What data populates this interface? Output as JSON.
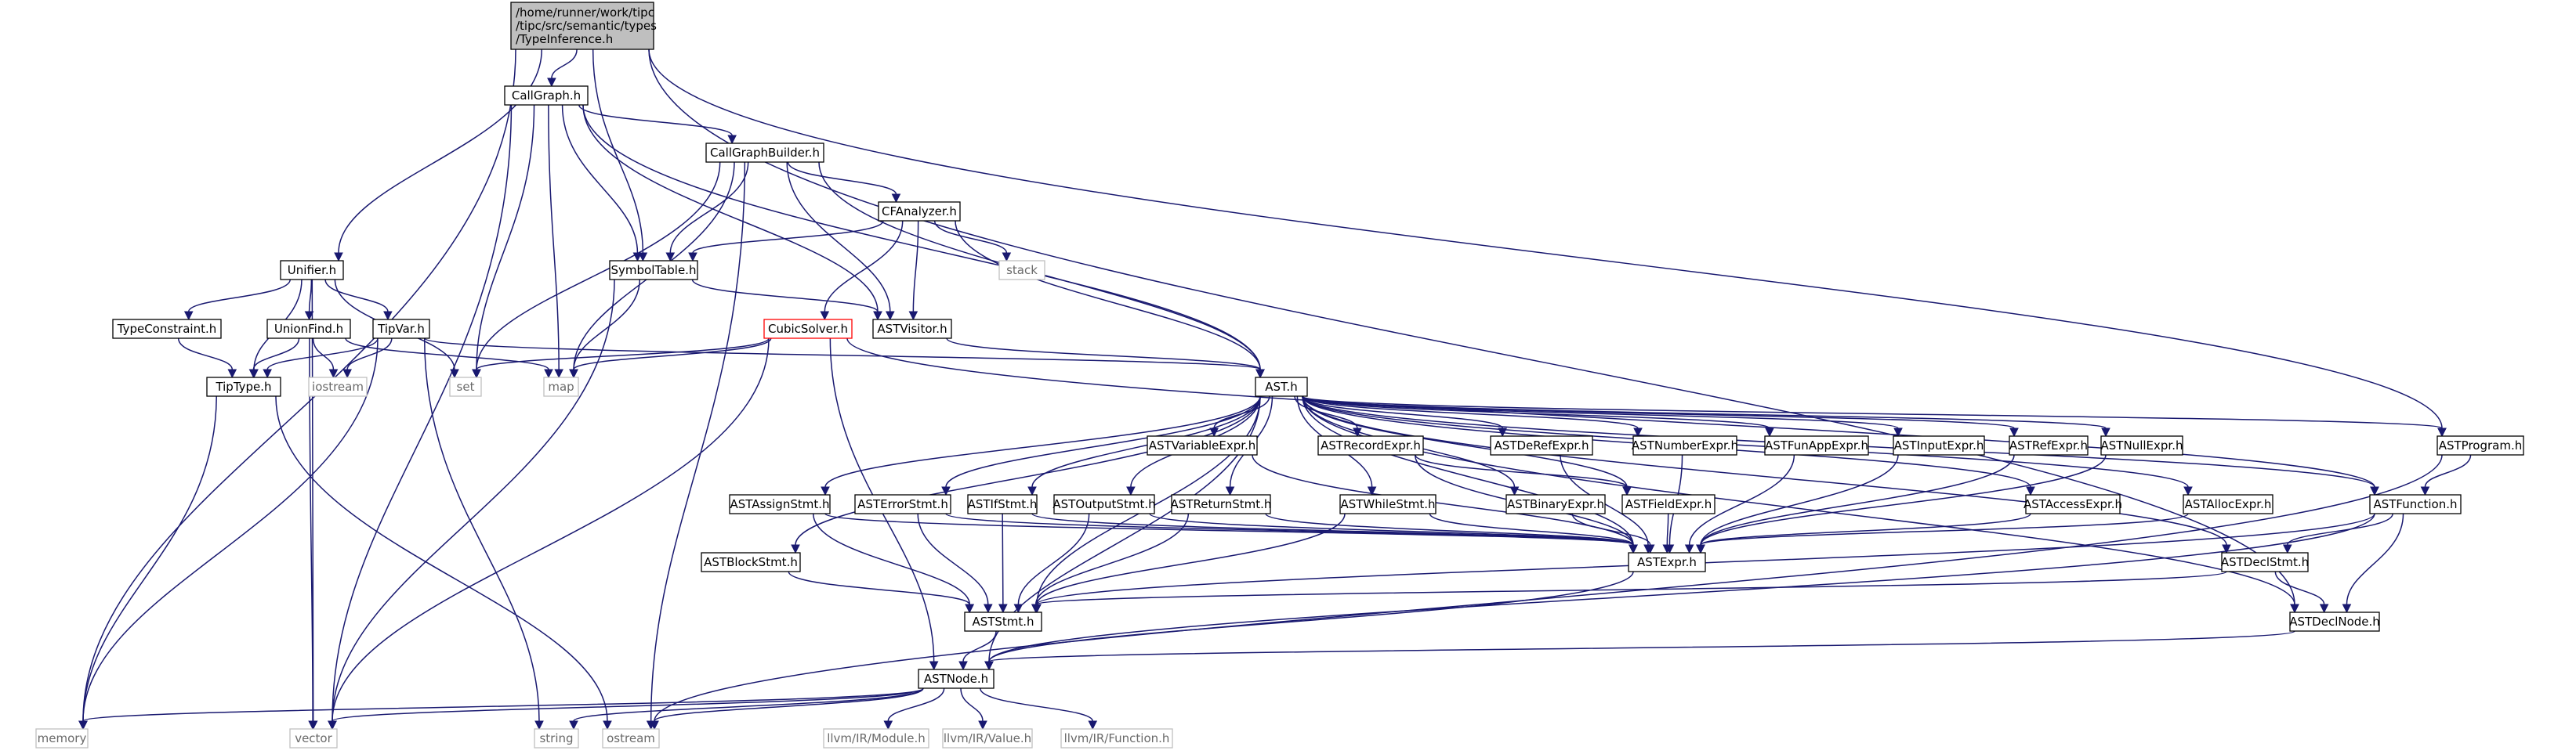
{
  "graph": {
    "root": "root",
    "colors": {
      "edge": "#191970",
      "root_fill": "#bfbfbf",
      "node_border": "#000000",
      "system_border": "#bfbfbf",
      "truncated_border": "#ff0000"
    },
    "nodes": [
      {
        "id": "root",
        "lines": [
          "/home/runner/work/tipc",
          "/tipc/src/semantic/types",
          "/TypeInference.h"
        ],
        "kind": "root"
      },
      {
        "id": "memory",
        "lines": [
          "memory"
        ],
        "kind": "system"
      },
      {
        "id": "CallGraph",
        "lines": [
          "CallGraph.h"
        ],
        "kind": "normal"
      },
      {
        "id": "Unifier",
        "lines": [
          "Unifier.h"
        ],
        "kind": "normal"
      },
      {
        "id": "SymbolTable",
        "lines": [
          "SymbolTable.h"
        ],
        "kind": "normal"
      },
      {
        "id": "ASTProgram",
        "lines": [
          "ASTProgram.h"
        ],
        "kind": "normal"
      },
      {
        "id": "ASTDeclNode",
        "lines": [
          "ASTDeclNode.h"
        ],
        "kind": "normal"
      },
      {
        "id": "vector",
        "lines": [
          "vector"
        ],
        "kind": "system"
      },
      {
        "id": "CallGraphBuilder",
        "lines": [
          "CallGraphBuilder.h"
        ],
        "kind": "normal"
      },
      {
        "id": "set",
        "lines": [
          "set"
        ],
        "kind": "system"
      },
      {
        "id": "map",
        "lines": [
          "map"
        ],
        "kind": "system"
      },
      {
        "id": "ASTVisitor",
        "lines": [
          "ASTVisitor.h"
        ],
        "kind": "normal"
      },
      {
        "id": "AST",
        "lines": [
          "AST.h"
        ],
        "kind": "normal"
      },
      {
        "id": "CFAnalyzer",
        "lines": [
          "CFAnalyzer.h"
        ],
        "kind": "normal"
      },
      {
        "id": "ostream",
        "lines": [
          "ostream"
        ],
        "kind": "system"
      },
      {
        "id": "stack",
        "lines": [
          "stack"
        ],
        "kind": "system"
      },
      {
        "id": "CubicSolver",
        "lines": [
          "CubicSolver.h"
        ],
        "kind": "truncated"
      },
      {
        "id": "ASTNode",
        "lines": [
          "ASTNode.h"
        ],
        "kind": "normal"
      },
      {
        "id": "TypeConstraint",
        "lines": [
          "TypeConstraint.h"
        ],
        "kind": "normal"
      },
      {
        "id": "UnionFind",
        "lines": [
          "UnionFind.h"
        ],
        "kind": "normal"
      },
      {
        "id": "TipVar",
        "lines": [
          "TipVar.h"
        ],
        "kind": "normal"
      },
      {
        "id": "TipType",
        "lines": [
          "TipType.h"
        ],
        "kind": "normal"
      },
      {
        "id": "iostream",
        "lines": [
          "iostream"
        ],
        "kind": "system"
      },
      {
        "id": "string",
        "lines": [
          "string"
        ],
        "kind": "system"
      },
      {
        "id": "ASTVariableExpr",
        "lines": [
          "ASTVariableExpr.h"
        ],
        "kind": "normal"
      },
      {
        "id": "ASTRecordExpr",
        "lines": [
          "ASTRecordExpr.h"
        ],
        "kind": "normal"
      },
      {
        "id": "ASTDeRefExpr",
        "lines": [
          "ASTDeRefExpr.h"
        ],
        "kind": "normal"
      },
      {
        "id": "ASTNumberExpr",
        "lines": [
          "ASTNumberExpr.h"
        ],
        "kind": "normal"
      },
      {
        "id": "ASTFunAppExpr",
        "lines": [
          "ASTFunAppExpr.h"
        ],
        "kind": "normal"
      },
      {
        "id": "ASTInputExpr",
        "lines": [
          "ASTInputExpr.h"
        ],
        "kind": "normal"
      },
      {
        "id": "ASTRefExpr",
        "lines": [
          "ASTRefExpr.h"
        ],
        "kind": "normal"
      },
      {
        "id": "ASTNullExpr",
        "lines": [
          "ASTNullExpr.h"
        ],
        "kind": "normal"
      },
      {
        "id": "ASTAssignStmt",
        "lines": [
          "ASTAssignStmt.h"
        ],
        "kind": "normal"
      },
      {
        "id": "ASTErrorStmt",
        "lines": [
          "ASTErrorStmt.h"
        ],
        "kind": "normal"
      },
      {
        "id": "ASTIfStmt",
        "lines": [
          "ASTIfStmt.h"
        ],
        "kind": "normal"
      },
      {
        "id": "ASTOutputStmt",
        "lines": [
          "ASTOutputStmt.h"
        ],
        "kind": "normal"
      },
      {
        "id": "ASTReturnStmt",
        "lines": [
          "ASTReturnStmt.h"
        ],
        "kind": "normal"
      },
      {
        "id": "ASTWhileStmt",
        "lines": [
          "ASTWhileStmt.h"
        ],
        "kind": "normal"
      },
      {
        "id": "ASTBinaryExpr",
        "lines": [
          "ASTBinaryExpr.h"
        ],
        "kind": "normal"
      },
      {
        "id": "ASTFieldExpr",
        "lines": [
          "ASTFieldExpr.h"
        ],
        "kind": "normal"
      },
      {
        "id": "ASTAccessExpr",
        "lines": [
          "ASTAccessExpr.h"
        ],
        "kind": "normal"
      },
      {
        "id": "ASTAllocExpr",
        "lines": [
          "ASTAllocExpr.h"
        ],
        "kind": "normal"
      },
      {
        "id": "ASTFunction",
        "lines": [
          "ASTFunction.h"
        ],
        "kind": "normal"
      },
      {
        "id": "ASTBlockStmt",
        "lines": [
          "ASTBlockStmt.h"
        ],
        "kind": "normal"
      },
      {
        "id": "ASTExpr",
        "lines": [
          "ASTExpr.h"
        ],
        "kind": "normal"
      },
      {
        "id": "ASTDeclStmt",
        "lines": [
          "ASTDeclStmt.h"
        ],
        "kind": "normal"
      },
      {
        "id": "ASTStmt",
        "lines": [
          "ASTStmt.h"
        ],
        "kind": "normal"
      },
      {
        "id": "llvmModule",
        "lines": [
          "llvm/IR/Module.h"
        ],
        "kind": "system"
      },
      {
        "id": "llvmValue",
        "lines": [
          "llvm/IR/Value.h"
        ],
        "kind": "system"
      },
      {
        "id": "llvmFunction",
        "lines": [
          "llvm/IR/Function.h"
        ],
        "kind": "system"
      }
    ],
    "edges": [
      [
        "root",
        "memory"
      ],
      [
        "root",
        "CallGraph"
      ],
      [
        "root",
        "Unifier"
      ],
      [
        "root",
        "SymbolTable"
      ],
      [
        "root",
        "ASTProgram"
      ],
      [
        "root",
        "ASTDeclNode"
      ],
      [
        "CallGraph",
        "vector"
      ],
      [
        "CallGraph",
        "CallGraphBuilder"
      ],
      [
        "CallGraph",
        "set"
      ],
      [
        "CallGraph",
        "map"
      ],
      [
        "CallGraph",
        "SymbolTable"
      ],
      [
        "CallGraph",
        "ASTVisitor"
      ],
      [
        "CallGraph",
        "AST"
      ],
      [
        "CallGraphBuilder",
        "CFAnalyzer"
      ],
      [
        "CallGraphBuilder",
        "SymbolTable"
      ],
      [
        "CallGraphBuilder",
        "set"
      ],
      [
        "CallGraphBuilder",
        "map"
      ],
      [
        "CallGraphBuilder",
        "ostream"
      ],
      [
        "CallGraphBuilder",
        "ASTVisitor"
      ],
      [
        "CallGraphBuilder",
        "AST"
      ],
      [
        "CFAnalyzer",
        "stack"
      ],
      [
        "CFAnalyzer",
        "CubicSolver"
      ],
      [
        "CFAnalyzer",
        "SymbolTable"
      ],
      [
        "CFAnalyzer",
        "ASTVisitor"
      ],
      [
        "CFAnalyzer",
        "AST"
      ],
      [
        "CubicSolver",
        "set"
      ],
      [
        "CubicSolver",
        "map"
      ],
      [
        "CubicSolver",
        "vector"
      ],
      [
        "CubicSolver",
        "ASTNode"
      ],
      [
        "CubicSolver",
        "ASTFunction"
      ],
      [
        "SymbolTable",
        "map"
      ],
      [
        "SymbolTable",
        "vector"
      ],
      [
        "SymbolTable",
        "ASTVisitor"
      ],
      [
        "ASTVisitor",
        "AST"
      ],
      [
        "Unifier",
        "TypeConstraint"
      ],
      [
        "Unifier",
        "UnionFind"
      ],
      [
        "Unifier",
        "TipVar"
      ],
      [
        "Unifier",
        "TipType"
      ],
      [
        "Unifier",
        "set"
      ],
      [
        "Unifier",
        "vector"
      ],
      [
        "TypeConstraint",
        "TipType"
      ],
      [
        "UnionFind",
        "TipType"
      ],
      [
        "UnionFind",
        "iostream"
      ],
      [
        "UnionFind",
        "map"
      ],
      [
        "UnionFind",
        "vector"
      ],
      [
        "TipVar",
        "TipType"
      ],
      [
        "TipVar",
        "iostream"
      ],
      [
        "TipVar",
        "AST"
      ],
      [
        "TipVar",
        "memory"
      ],
      [
        "TipVar",
        "string"
      ],
      [
        "TipType",
        "memory"
      ],
      [
        "TipType",
        "ostream"
      ],
      [
        "AST",
        "ASTVariableExpr"
      ],
      [
        "AST",
        "ASTRecordExpr"
      ],
      [
        "AST",
        "ASTDeRefExpr"
      ],
      [
        "AST",
        "ASTNumberExpr"
      ],
      [
        "AST",
        "ASTFunAppExpr"
      ],
      [
        "AST",
        "ASTInputExpr"
      ],
      [
        "AST",
        "ASTRefExpr"
      ],
      [
        "AST",
        "ASTNullExpr"
      ],
      [
        "AST",
        "ASTProgram"
      ],
      [
        "AST",
        "ASTAssignStmt"
      ],
      [
        "AST",
        "ASTErrorStmt"
      ],
      [
        "AST",
        "ASTIfStmt"
      ],
      [
        "AST",
        "ASTOutputStmt"
      ],
      [
        "AST",
        "ASTReturnStmt"
      ],
      [
        "AST",
        "ASTWhileStmt"
      ],
      [
        "AST",
        "ASTBinaryExpr"
      ],
      [
        "AST",
        "ASTFieldExpr"
      ],
      [
        "AST",
        "ASTAccessExpr"
      ],
      [
        "AST",
        "ASTAllocExpr"
      ],
      [
        "AST",
        "ASTFunction"
      ],
      [
        "AST",
        "ASTBlockStmt"
      ],
      [
        "AST",
        "ASTExpr"
      ],
      [
        "AST",
        "ASTDeclStmt"
      ],
      [
        "AST",
        "ASTDeclNode"
      ],
      [
        "AST",
        "ASTStmt"
      ],
      [
        "AST",
        "ASTNode"
      ],
      [
        "ASTVariableExpr",
        "ASTExpr"
      ],
      [
        "ASTRecordExpr",
        "ASTFieldExpr"
      ],
      [
        "ASTRecordExpr",
        "ASTExpr"
      ],
      [
        "ASTDeRefExpr",
        "ASTExpr"
      ],
      [
        "ASTNumberExpr",
        "ASTExpr"
      ],
      [
        "ASTFunAppExpr",
        "ASTExpr"
      ],
      [
        "ASTInputExpr",
        "ASTExpr"
      ],
      [
        "ASTRefExpr",
        "ASTExpr"
      ],
      [
        "ASTNullExpr",
        "ASTExpr"
      ],
      [
        "ASTAssignStmt",
        "ASTStmt"
      ],
      [
        "ASTAssignStmt",
        "ASTExpr"
      ],
      [
        "ASTErrorStmt",
        "ASTStmt"
      ],
      [
        "ASTErrorStmt",
        "ASTExpr"
      ],
      [
        "ASTIfStmt",
        "ASTStmt"
      ],
      [
        "ASTIfStmt",
        "ASTExpr"
      ],
      [
        "ASTOutputStmt",
        "ASTStmt"
      ],
      [
        "ASTOutputStmt",
        "ASTExpr"
      ],
      [
        "ASTReturnStmt",
        "ASTStmt"
      ],
      [
        "ASTReturnStmt",
        "ASTExpr"
      ],
      [
        "ASTWhileStmt",
        "ASTStmt"
      ],
      [
        "ASTWhileStmt",
        "ASTExpr"
      ],
      [
        "ASTBinaryExpr",
        "ASTExpr"
      ],
      [
        "ASTFieldExpr",
        "ASTExpr"
      ],
      [
        "ASTAccessExpr",
        "ASTExpr"
      ],
      [
        "ASTAllocExpr",
        "ASTExpr"
      ],
      [
        "ASTProgram",
        "ASTFunction"
      ],
      [
        "ASTProgram",
        "ostream"
      ],
      [
        "ASTFunction",
        "ASTDeclStmt"
      ],
      [
        "ASTFunction",
        "ASTDeclNode"
      ],
      [
        "ASTFunction",
        "ASTStmt"
      ],
      [
        "ASTFunction",
        "ASTNode"
      ],
      [
        "ASTDeclStmt",
        "ASTDeclNode"
      ],
      [
        "ASTDeclStmt",
        "ASTStmt"
      ],
      [
        "ASTDeclNode",
        "ASTNode"
      ],
      [
        "ASTBlockStmt",
        "ASTStmt"
      ],
      [
        "ASTExpr",
        "ASTNode"
      ],
      [
        "ASTStmt",
        "ASTNode"
      ],
      [
        "ASTNode",
        "memory"
      ],
      [
        "ASTNode",
        "vector"
      ],
      [
        "ASTNode",
        "string"
      ],
      [
        "ASTNode",
        "ostream"
      ],
      [
        "ASTNode",
        "llvmModule"
      ],
      [
        "ASTNode",
        "llvmValue"
      ],
      [
        "ASTNode",
        "llvmFunction"
      ]
    ]
  }
}
